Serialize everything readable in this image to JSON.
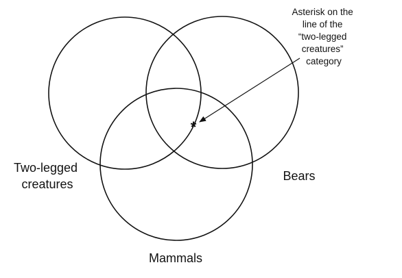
{
  "diagram": {
    "sets": [
      {
        "id": "two-legged",
        "label_lines": [
          "Two-legged",
          "creatures"
        ]
      },
      {
        "id": "bears",
        "label_lines": [
          "Bears"
        ]
      },
      {
        "id": "mammals",
        "label_lines": [
          "Mammals"
        ]
      }
    ],
    "marker": {
      "symbol": "*"
    },
    "annotation": {
      "lines": [
        "Asterisk on the",
        "line of the",
        "“two-legged",
        "creatures”",
        "category"
      ]
    },
    "colors": {
      "stroke": "#111111",
      "background": "#ffffff"
    }
  }
}
